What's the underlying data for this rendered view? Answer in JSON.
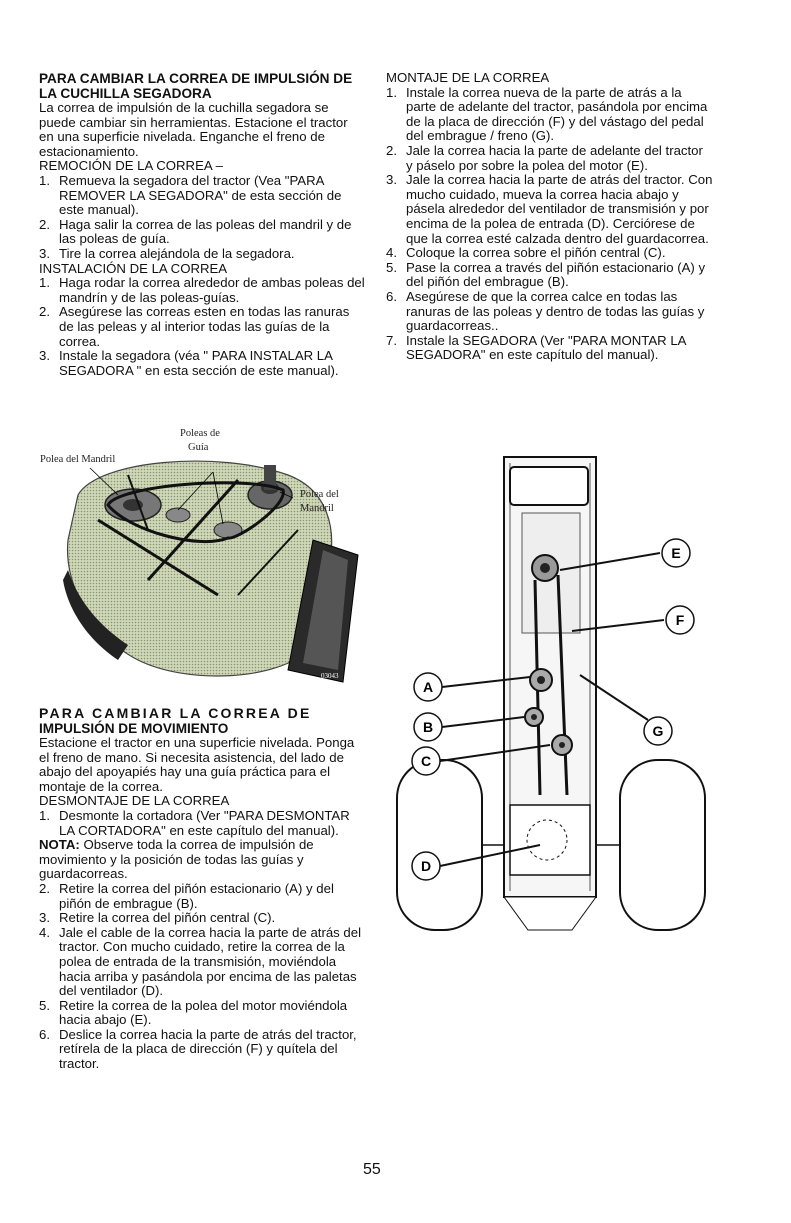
{
  "section1": {
    "title": "PARA CAMBIAR LA CORREA DE IMPULSIÓN DE LA CUCHILLA SEGADORA",
    "intro": "La correa de impulsión de la cuchilla segadora se puede cambiar sin herramientas. Estacione el tractor en una superficie nivelada. Enganche el freno de estacionamiento.",
    "removal_heading": "REMOCIÓN DE LA CORREA –",
    "removal_steps": [
      "Remueva la segadora del tractor (Vea \"PARA REMOVER LA SEGADORA\" de esta sección de este manual).",
      "Haga salir la correa de las poleas del mandril y de las poleas de guía.",
      "Tire la correa alejándola de la segadora."
    ],
    "install_heading": "INSTALACIÓN DE LA CORREA",
    "install_steps": [
      "Haga rodar la correa alrededor de ambas poleas del mandrín y de las poleas-guías.",
      "Asegúrese las correas esten en todas las ranuras de las peleas y al interior todas las guías de la correa.",
      "Instale la segadora (véa \" PARA INSTALAR LA SEGADORA \" en esta sección de este manual)."
    ]
  },
  "section_right": {
    "heading": "MONTAJE DE LA CORREA",
    "steps": [
      "Instale la correa nueva de la parte de atrás a la parte de adelante del tractor, pasándola por encima de la placa de dirección (F) y del vástago del pedal del embrague / freno (G).",
      "Jale la correa hacia la parte de adelante del tractor y páselo por sobre la polea del motor (E).",
      "Jale la correa hacia la parte de atrás del tractor. Con mucho cuidado, mueva la correa hacia abajo y pásela alrededor del ventilador de transmisión y por encima de la polea de entrada (D). Cerciórese de que la correa esté calzada dentro del guardacorrea.",
      "Coloque la correa sobre el piñón central (C).",
      "Pase la correa a través del piñón estacionario (A) y del piñón del embrague (B).",
      "Asegúrese de que la correa calce en todas las ranuras de las poleas y dentro de todas las guías y guardacorreas..",
      "Instale la SEGADORA (Ver \"PARA MONTAR LA SEGADORA\" en este capítulo del manual)."
    ]
  },
  "figure1": {
    "label_left": "Polea del Mandril",
    "label_guide_1": "Poleas de",
    "label_guide_2": "Guía",
    "label_right_1": "Polea del",
    "label_right_2": "Mandril",
    "code": "03043"
  },
  "section2": {
    "title_line1": "PARA CAMBIAR LA CORREA DE",
    "title_line2": "IMPULSIÓN DE MOVIMIENTO",
    "intro": "Estacione el tractor en una superficie nivelada. Ponga el freno de mano. Si necesita asistencia, del lado de abajo del apoyapiés hay una guía práctica para el montaje de la correa.",
    "dismount_heading": "DESMONTAJE DE LA CORREA",
    "step1": "Desmonte la cortadora (Ver \"PARA DESMONTAR LA CORTADORA\" en este capítulo del manual).",
    "note_label": "NOTA:",
    "note_text": " Observe toda la correa de impulsión de movimiento y la posición de todas las guías y guardacorreas.",
    "steps_rest": [
      "Retire la correa del piñón estacionario (A) y del piñón de embrague (B).",
      "Retire la correa del piñón central (C).",
      "Jale el cable de la correa hacia la parte de atrás del tractor. Con mucho cuidado, retire la correa de la polea de entrada de la transmisión, moviéndola hacia arriba y pasándola por encima de las paletas del ventilador (D).",
      "Retire la correa de la polea del motor moviéndola hacia abajo (E).",
      "Deslice la correa hacia la parte de atrás del tractor, retírela de la placa de dirección (F) y quítela del tractor."
    ]
  },
  "figure2": {
    "labels": [
      "A",
      "B",
      "C",
      "D",
      "E",
      "F",
      "G"
    ]
  },
  "page_number": "55"
}
